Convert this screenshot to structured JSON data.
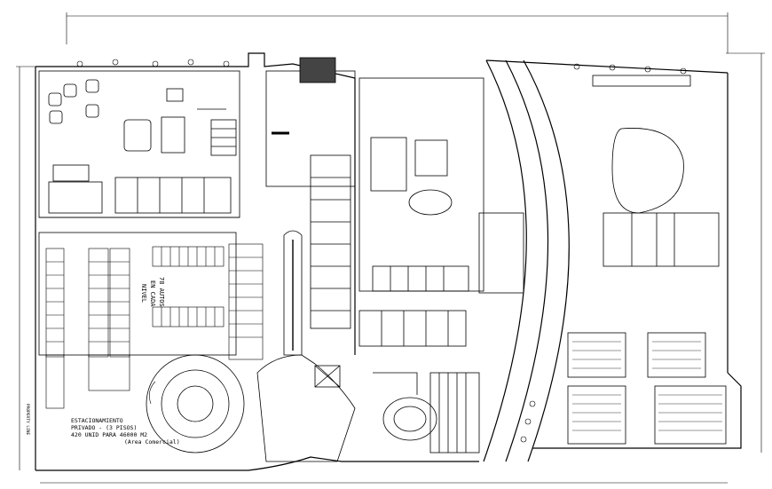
{
  "drawing": {
    "parking_label": {
      "line1": "ESTACIONAMIENTO",
      "line2": "PRIVADO - (3 PISOS)",
      "line3": "420 UNID PARA 46000 M2",
      "line4": "(Area Comercial)"
    },
    "capacity_label": {
      "line1": "78 AUTOS",
      "line2": "EN CADA",
      "line3": "NIVEL"
    },
    "edge_label": "PROPERTY LINE"
  },
  "colors": {
    "line": "#000000",
    "background": "#ffffff"
  }
}
